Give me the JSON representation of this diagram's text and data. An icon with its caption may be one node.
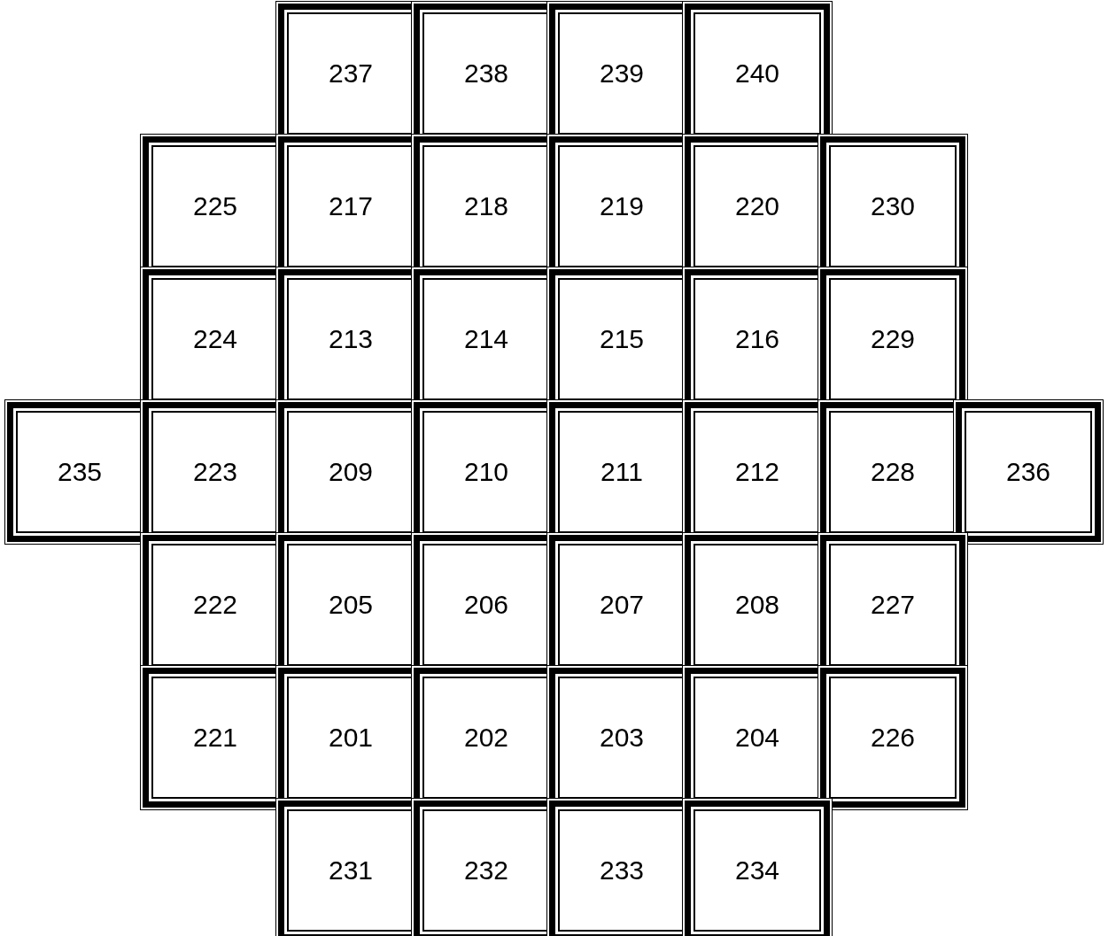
{
  "diagram": {
    "nodes": [
      {
        "text": [
          "237"
        ]
      },
      {
        "text": [
          "238"
        ]
      },
      {
        "text": [
          "239"
        ]
      },
      {
        "text": [
          "240"
        ]
      },
      {
        "text": [
          "225"
        ]
      },
      {
        "text": [
          "217"
        ]
      },
      {
        "text": [
          "218"
        ]
      },
      {
        "text": [
          "219"
        ]
      },
      {
        "text": [
          "220"
        ]
      },
      {
        "text": [
          "230"
        ]
      },
      {
        "text": [
          "224"
        ]
      },
      {
        "text": [
          "213"
        ]
      },
      {
        "text": [
          "214"
        ]
      },
      {
        "text": [
          "215"
        ]
      },
      {
        "text": [
          "216"
        ]
      },
      {
        "text": [
          "229"
        ]
      },
      {
        "text": [
          "235"
        ]
      },
      {
        "text": [
          "223"
        ]
      },
      {
        "text": [
          "209"
        ]
      },
      {
        "text": [
          "210"
        ]
      },
      {
        "text": [
          "211"
        ]
      },
      {
        "text": [
          "212"
        ]
      },
      {
        "text": [
          "228"
        ]
      },
      {
        "text": [
          "236"
        ]
      },
      {
        "text": [
          "222"
        ]
      },
      {
        "text": [
          "205"
        ]
      },
      {
        "text": [
          "206"
        ]
      },
      {
        "text": [
          "207"
        ]
      },
      {
        "text": [
          "208"
        ]
      },
      {
        "text": [
          "227"
        ]
      },
      {
        "text": [
          "221"
        ]
      },
      {
        "text": [
          "201"
        ]
      },
      {
        "text": [
          "202"
        ]
      },
      {
        "text": [
          "203"
        ]
      },
      {
        "text": [
          "204"
        ]
      },
      {
        "text": [
          "226"
        ]
      },
      {
        "text": [
          "231"
        ]
      },
      {
        "text": [
          "232"
        ]
      },
      {
        "text": [
          "233"
        ]
      },
      {
        "text": [
          "234"
        ]
      }
    ]
  }
}
